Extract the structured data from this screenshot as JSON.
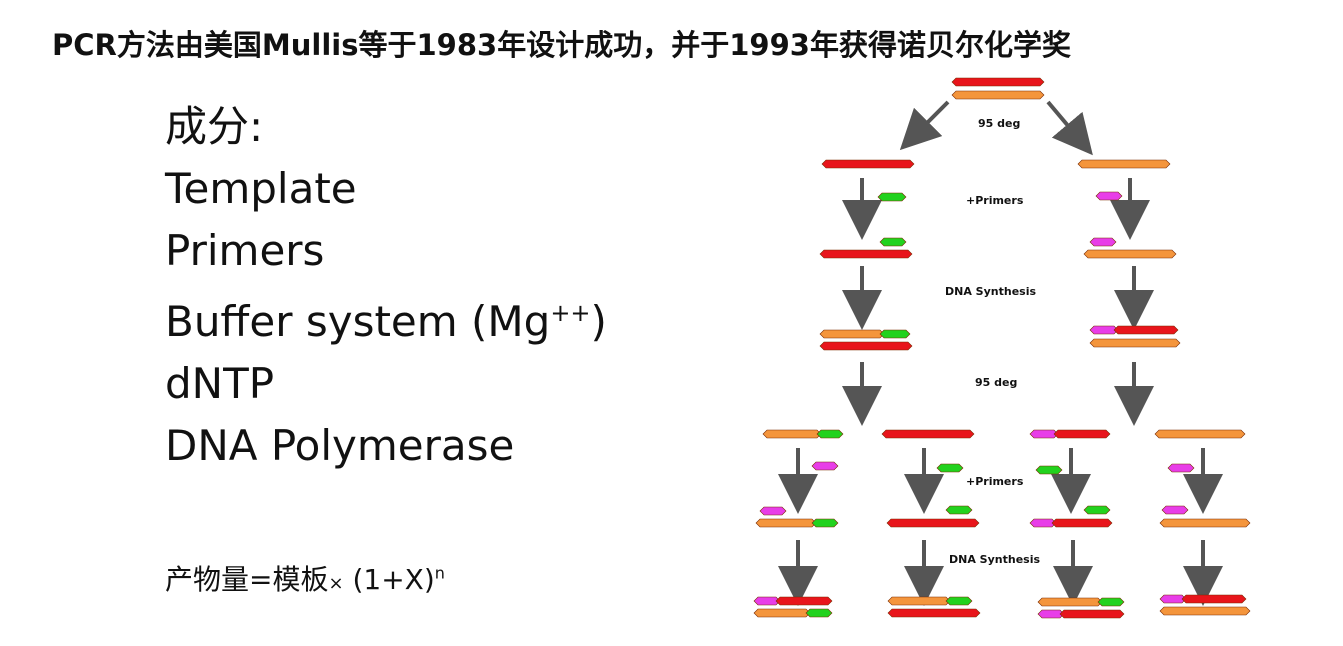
{
  "title": {
    "part1": "PCR方法由美国",
    "part2": "Mullis",
    "part3": "等于",
    "part4": "1983",
    "part5": "年设计成功，并于",
    "part6": "1993",
    "part7": "年获得诺贝尔化学奖"
  },
  "components": {
    "heading": "成分:",
    "items": [
      "Template",
      "Primers",
      "Buffer system (Mg",
      "dNTP",
      "DNA Polymerase"
    ],
    "buffer_sup": "++",
    "buffer_close": ")"
  },
  "formula": {
    "left": "产物量=模板",
    "times": "×",
    "right": " (1+X)",
    "exponent": "n"
  },
  "diagram": {
    "labels": [
      "95 deg",
      "+Primers",
      "DNA Synthesis",
      "95 deg",
      "+Primers",
      "DNA Synthesis"
    ],
    "colors": {
      "red": "#e8151b",
      "orange": "#f4953c",
      "green": "#22d21e",
      "magenta": "#e83de8",
      "arrow": "#555555"
    }
  }
}
